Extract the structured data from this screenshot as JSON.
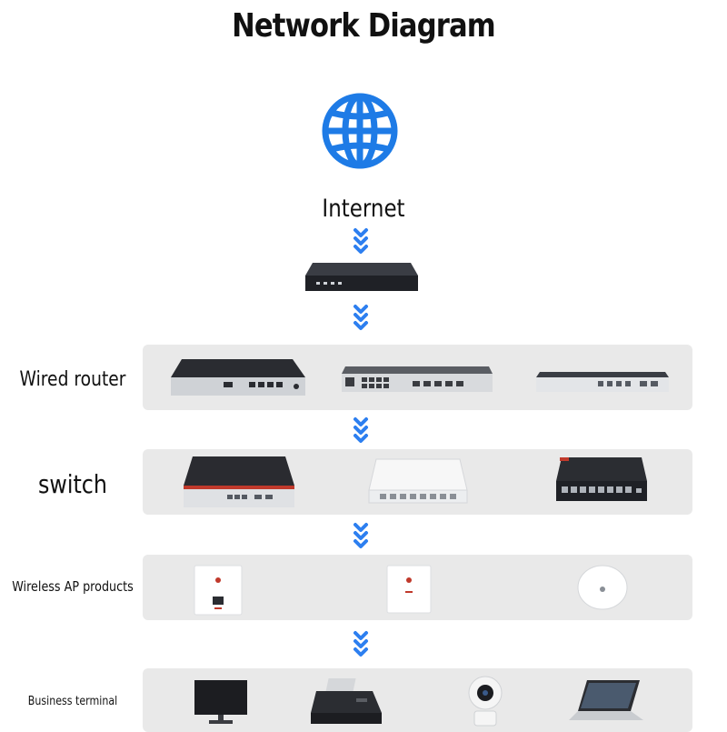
{
  "diagram": {
    "title": "Network Diagram",
    "internet_label": "Internet",
    "rows": [
      {
        "label": "Wired router"
      },
      {
        "label": "switch"
      },
      {
        "label": "Wireless AP products"
      },
      {
        "label": "Business terminal"
      }
    ]
  },
  "colors": {
    "globe": "#1e7be6",
    "arrow": "#2d7ff0",
    "band": "#e9e9e9",
    "device_dark": "#24262b"
  },
  "icons": {
    "internet": "globe-icon",
    "flow": "double-chevron-down-icon"
  }
}
